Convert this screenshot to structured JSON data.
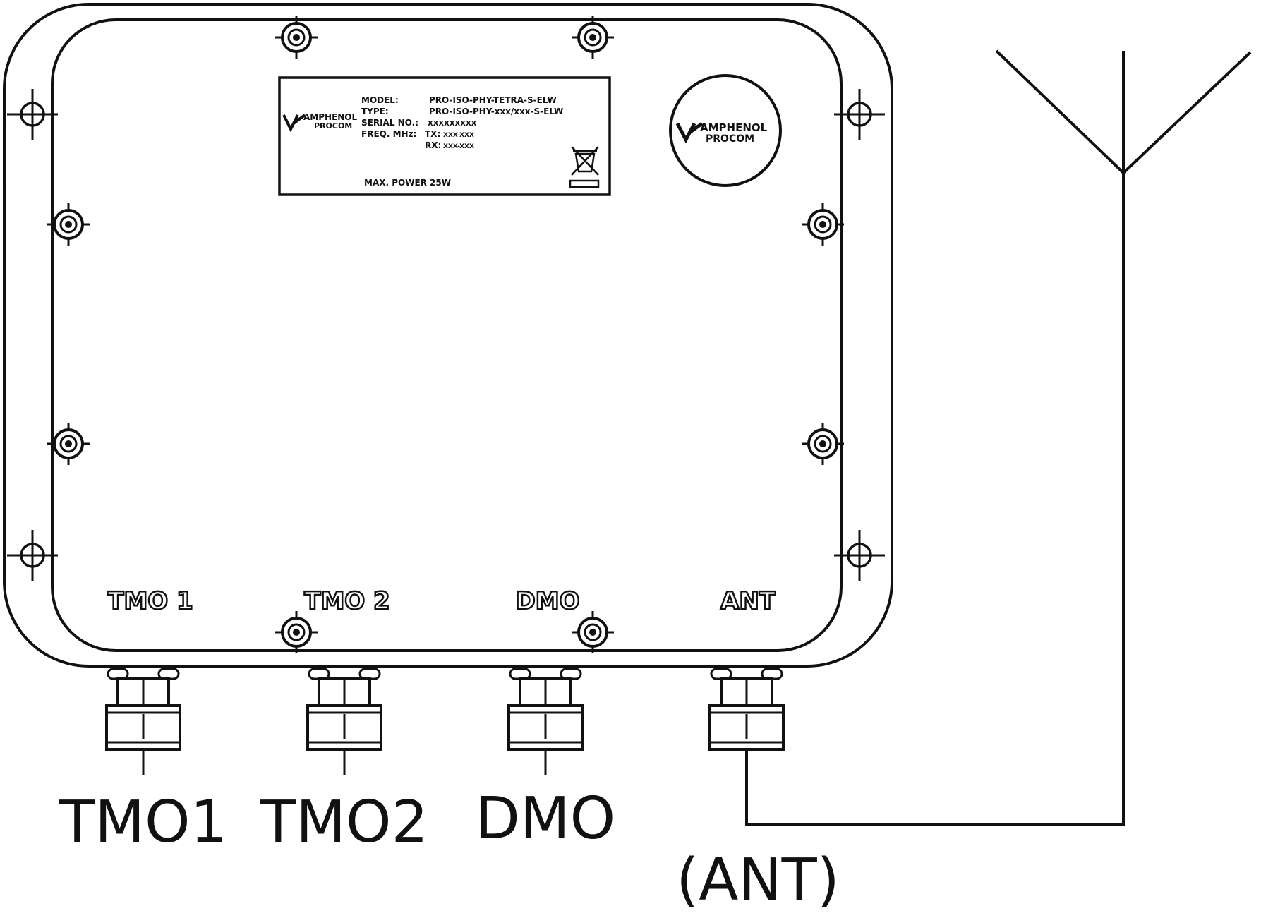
{
  "nameplate": {
    "logo_line1": "AMPHENOL",
    "logo_line2": "PROCOM",
    "model_label": "MODEL:",
    "model_value": "PRO-ISO-PHY-TETRA-S-ELW",
    "type_label": "TYPE:",
    "type_value": "PRO-ISO-PHY-xxx/xxx-S-ELW",
    "serial_label": "SERIAL NO.:",
    "serial_value": "XXXXXXXXX",
    "freq_label": "FREQ. MHz:",
    "tx_label": "TX:",
    "tx_value": "XXX-XXX",
    "rx_label": "RX:",
    "rx_value": "XXX-XXX",
    "max_power": "MAX. POWER 25W",
    "weee_icon": "crossed-bin-icon"
  },
  "round_logo": {
    "line1": "AMPHENOL",
    "line2": "PROCOM"
  },
  "housing_ports": [
    "TMO 1",
    "TMO 2",
    "DMO",
    "ANT"
  ],
  "connector_labels": [
    "TMO1",
    "TMO2",
    "DMO"
  ],
  "antenna_label": "(ANT)",
  "antenna_icon": "antenna-icon"
}
